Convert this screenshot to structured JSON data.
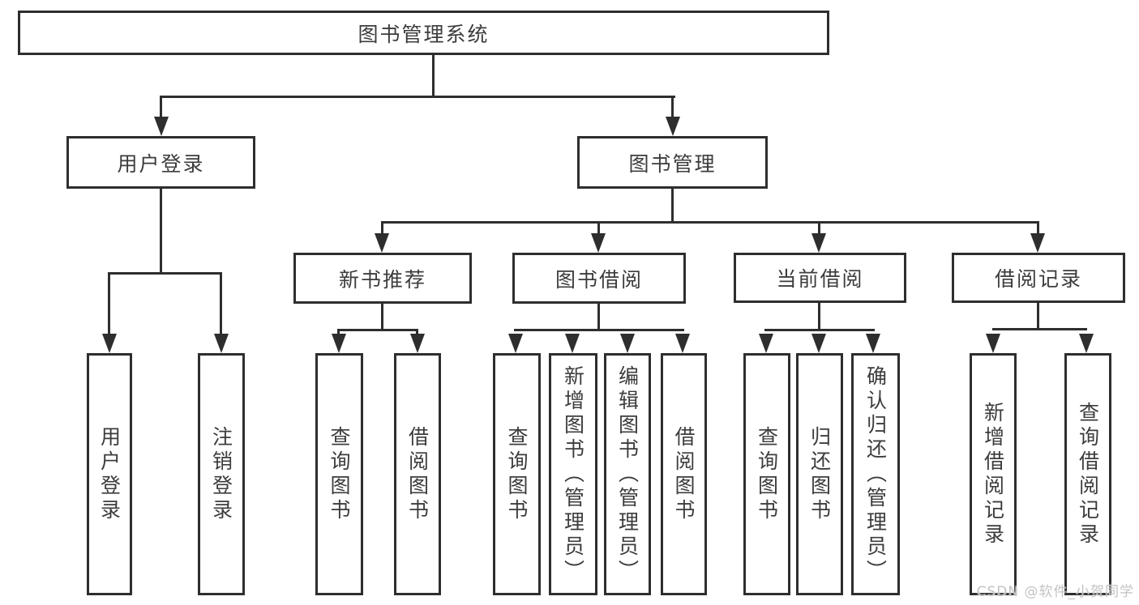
{
  "diagram": {
    "title": "图书管理系统",
    "nodes": {
      "root": {
        "label": "图书管理系统"
      },
      "user_login": {
        "label": "用户登录"
      },
      "book_mgmt": {
        "label": "图书管理"
      },
      "user_login_c1": {
        "label": "用户登录"
      },
      "user_login_c2": {
        "label": "注销登录"
      },
      "new_book": {
        "label": "新书推荐"
      },
      "book_borrow": {
        "label": "图书借阅"
      },
      "current_borrow": {
        "label": "当前借阅"
      },
      "borrow_record": {
        "label": "借阅记录"
      },
      "new_book_c1": {
        "label": "查询图书"
      },
      "new_book_c2": {
        "label": "借阅图书"
      },
      "book_borrow_c1": {
        "label": "查询图书"
      },
      "book_borrow_c2": {
        "label": "新增图书（管理员）"
      },
      "book_borrow_c3": {
        "label": "编辑图书（管理员）"
      },
      "book_borrow_c4": {
        "label": "借阅图书"
      },
      "current_borrow_c1": {
        "label": "查询图书"
      },
      "current_borrow_c2": {
        "label": "归还图书"
      },
      "current_borrow_c3": {
        "label": "确认归还（管理员）"
      },
      "borrow_record_c1": {
        "label": "新增借阅记录"
      },
      "borrow_record_c2": {
        "label": "查询借阅记录"
      }
    }
  },
  "watermark": {
    "text": "CSDN @软件_小贺同学"
  },
  "colors": {
    "line": "#2e2e2e",
    "text": "#3c3c3c",
    "background": "#ffffff",
    "watermark": "#c3c3c3"
  }
}
